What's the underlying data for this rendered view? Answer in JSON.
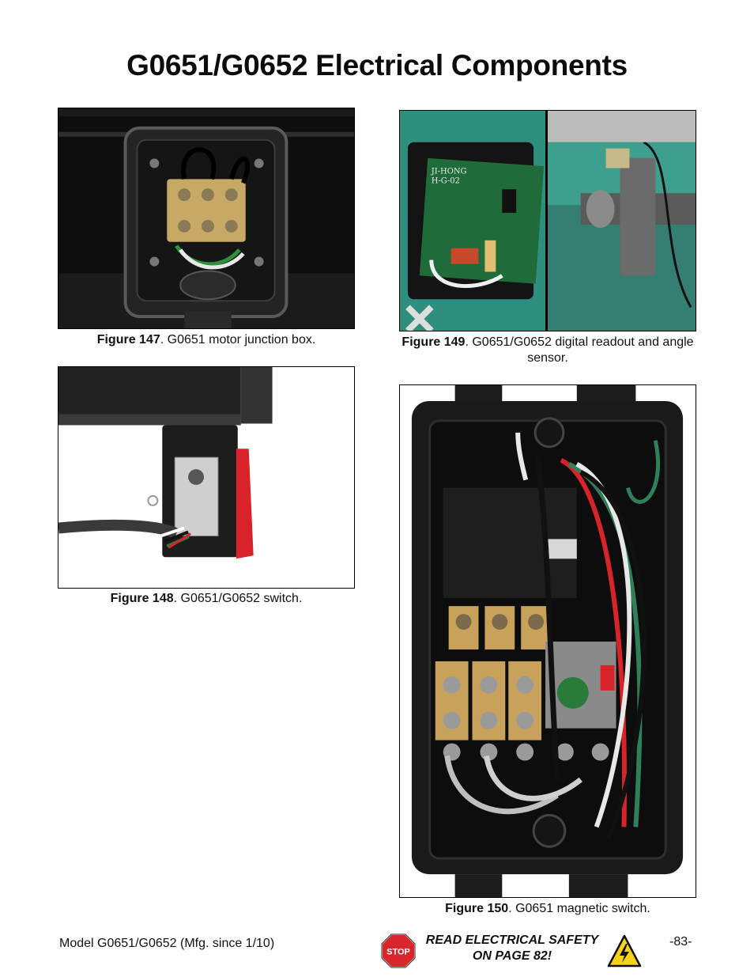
{
  "page": {
    "title": "G0651/G0652 Electrical Components",
    "page_number": "-83-",
    "model_line": "Model G0651/G0652 (Mfg. since 1/10)"
  },
  "figures": [
    {
      "label": "Figure 147",
      "text": ". G0651 motor junction box."
    },
    {
      "label": "Figure 148",
      "text": ". G0651/G0652 switch."
    },
    {
      "label": "Figure 149",
      "text": ". G0651/G0652 digital readout and angle sensor."
    },
    {
      "label": "Figure 150",
      "text": ". G0651 magnetic switch."
    }
  ],
  "photo_text": {
    "board_brand_1": "JI-HONG",
    "board_brand_2": "H-G-02"
  },
  "safety_notice": {
    "line1": "READ ELECTRICAL SAFETY",
    "line2": "ON PAGE 82!",
    "stop_text": "STOP"
  },
  "colors": {
    "stop_red": "#d8262c",
    "warning_yellow": "#f5d31a",
    "machine_teal": "#3f9f8e",
    "switch_red": "#d9232a"
  },
  "icons": [
    "stop-sign-icon",
    "electrical-hazard-icon"
  ]
}
